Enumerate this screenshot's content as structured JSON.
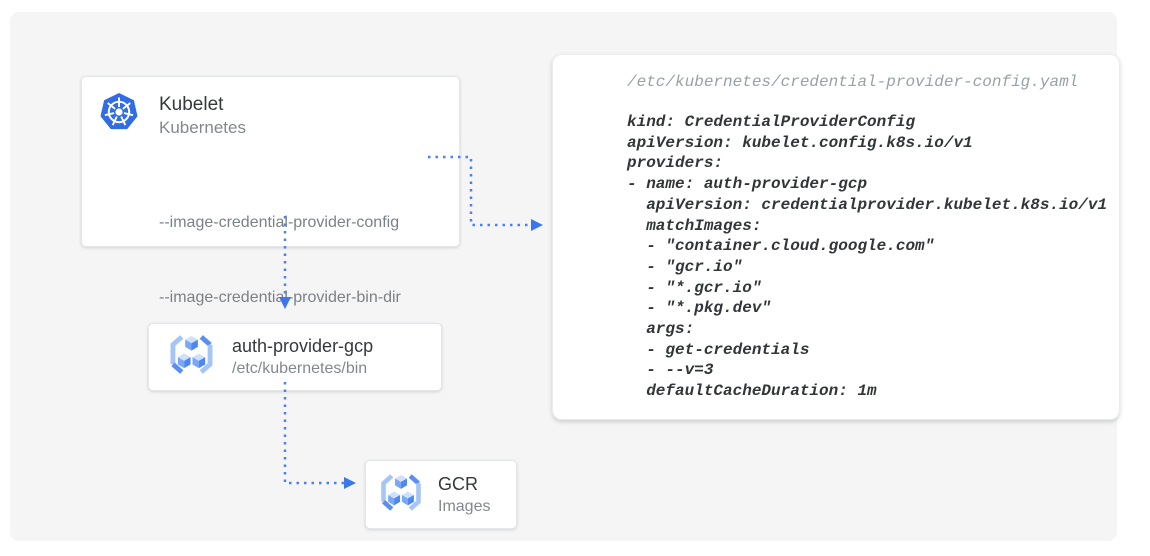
{
  "diagram": {
    "nodes": {
      "kubelet": {
        "title": "Kubelet",
        "subtitle": "Kubernetes",
        "flags": [
          "--image-credential-provider-config",
          "--image-credential-provider-bin-dir"
        ],
        "icon": "kubernetes-icon"
      },
      "auth_provider": {
        "title": "auth-provider-gcp",
        "subtitle": "/etc/kubernetes/bin",
        "icon": "gcr-icon"
      },
      "gcr": {
        "title": "GCR",
        "subtitle": "Images",
        "icon": "gcr-icon"
      }
    },
    "connectors": [
      {
        "from": "kubelet-flag-config",
        "to": "config-code-panel",
        "style": "blue-dotted-arrow"
      },
      {
        "from": "kubelet-node",
        "to": "auth-provider-node",
        "style": "blue-dotted-arrow"
      },
      {
        "from": "auth-provider-node",
        "to": "gcr-node",
        "style": "blue-dotted-arrow"
      }
    ]
  },
  "code_panel": {
    "header": "/etc/kubernetes/credential-provider-config.yaml",
    "lines": [
      "kind: CredentialProviderConfig",
      "apiVersion: kubelet.config.k8s.io/v1",
      "providers:",
      "- name: auth-provider-gcp",
      "  apiVersion: credentialprovider.kubelet.k8s.io/v1",
      "  matchImages:",
      "  - \"container.cloud.google.com\"",
      "  - \"gcr.io\"",
      "  - \"*.gcr.io\"",
      "  - \"*.pkg.dev\"",
      "  args:",
      "  - get-credentials",
      "  - --v=3",
      "  defaultCacheDuration: 1m"
    ]
  },
  "colors": {
    "canvas_bg": "#f5f5f6",
    "node_bg": "#ffffff",
    "arrow_blue": "#4a80f0",
    "kubernetes_blue": "#326ce5",
    "gcr_light_blue": "#a6c5f7",
    "gcr_dark_blue": "#5c8df0",
    "title_text": "#36393c",
    "subtitle_text": "#83888d",
    "code_header_text": "#9aa0a6",
    "code_text": "#333639"
  }
}
